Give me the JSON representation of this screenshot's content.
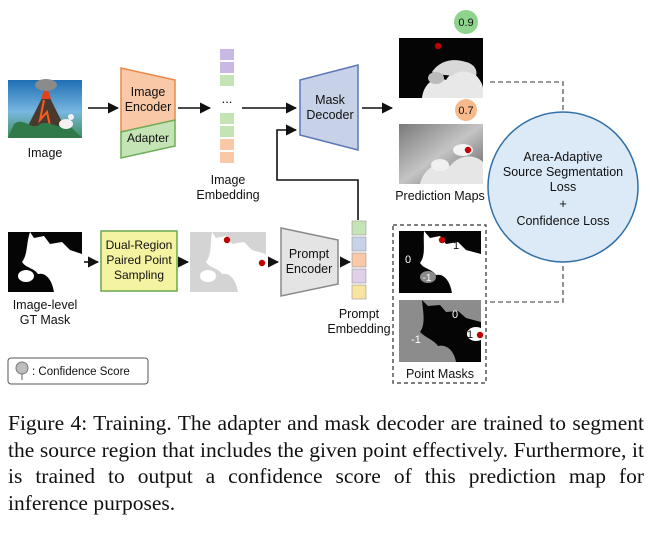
{
  "labels": {
    "image": "Image",
    "image_encoder_line1": "Image",
    "image_encoder_line2": "Encoder",
    "adapter": "Adapter",
    "dots": "...",
    "image_embedding_line1": "Image",
    "image_embedding_line2": "Embedding",
    "mask_decoder_line1": "Mask",
    "mask_decoder_line2": "Decoder",
    "score_high": "0.9",
    "score_low": "0.7",
    "prediction_maps": "Prediction Maps",
    "loss_line1": "Area-Adaptive",
    "loss_line2": "Source Segmentation",
    "loss_line3": "Loss",
    "loss_plus": "+",
    "loss_line4": "Confidence Loss",
    "gt_mask_line1": "Image-level",
    "gt_mask_line2": "GT Mask",
    "sampling_line1": "Dual-Region",
    "sampling_line2": "Paired Point",
    "sampling_line3": "Sampling",
    "prompt_encoder_line1": "Prompt",
    "prompt_encoder_line2": "Encoder",
    "prompt_embedding_line1": "Prompt",
    "prompt_embedding_line2": "Embedding",
    "point_mask_top_0": "0",
    "point_mask_top_1": "1",
    "point_mask_top_neg1": "-1",
    "point_mask_bottom_neg1": "-1",
    "point_mask_bottom_0": "0",
    "point_mask_bottom_1": "1",
    "point_masks": "Point Masks",
    "legend": ": Confidence Score"
  },
  "caption": "Figure 4: Training. The adapter and mask decoder are trained to segment the source region that includes the given point effectively. Furthermore, it is trained to output a confidence score of this prediction map for inference purposes.",
  "colors": {
    "encoder_fill": "#f9c8a6",
    "encoder_stroke": "#e9894c",
    "adapter_fill": "#c5e4b5",
    "adapter_stroke": "#6fae58",
    "decoder_fill": "#c7d2e8",
    "decoder_stroke": "#5b79b4",
    "sampling_fill": "#f3f3a2",
    "sampling_stroke": "#6aa84f",
    "prompt_encoder_fill": "#e4e4e4",
    "prompt_encoder_stroke": "#8a8a8a",
    "loss_fill": "#dceaf7",
    "loss_stroke": "#2f6fa6",
    "score_high": "#8fd48c",
    "score_low": "#f6b98b",
    "point": "#c00000",
    "image_embedding_cells": [
      "#c9b8e3",
      "#c9b8e3",
      "#c5e4b5",
      "#c5e4b5",
      "#f9c8a6",
      "#f9c8a6"
    ],
    "prompt_embedding_cells": [
      "#c5e4b5",
      "#c7d2e8",
      "#f9c8a6",
      "#dfcfe8",
      "#f8e3a0"
    ]
  }
}
